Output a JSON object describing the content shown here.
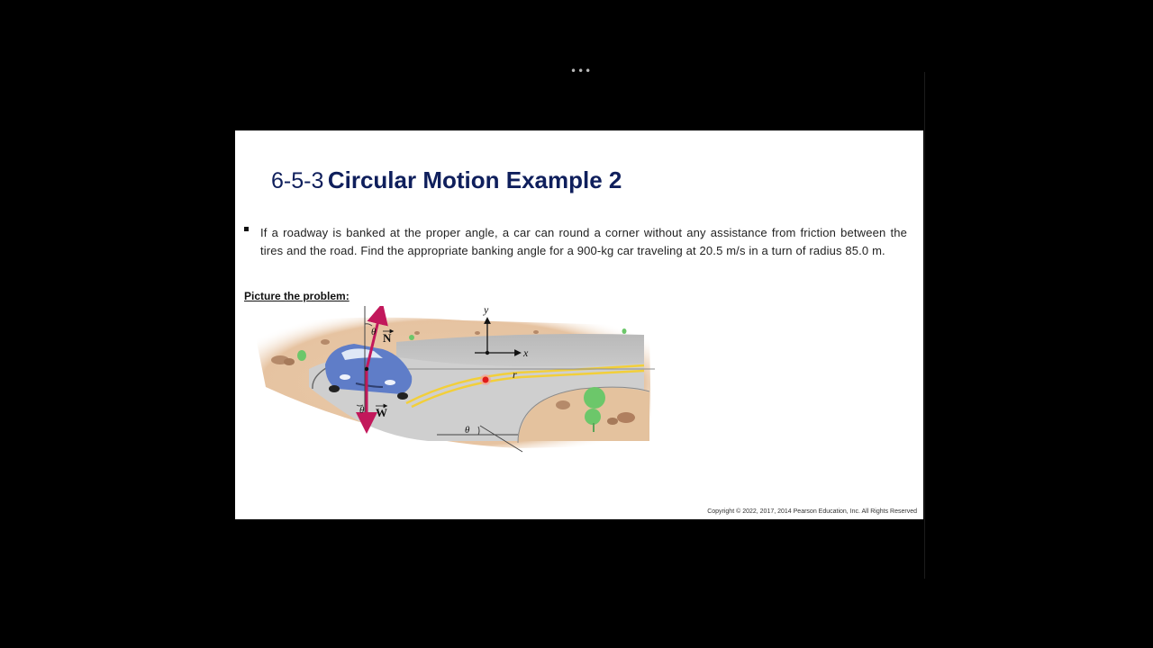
{
  "viewer": {
    "more_icon": "more-horizontal-icon",
    "more_glyph": "•••"
  },
  "slide": {
    "title_number": "6-5-3",
    "title_text": "Circular Motion Example 2",
    "bullet": "If a roadway is banked at the proper angle, a car can round a corner without any assistance from friction between the tires and the road. Find the appropriate banking angle for a 900-kg car traveling at 20.5 m/s in a turn of radius 85.0 m.",
    "picture_label": "Picture the problem:",
    "copyright": "Copyright © 2022, 2017, 2014 Pearson Education, Inc. All Rights Reserved"
  },
  "figure": {
    "axis_y_label": "y",
    "axis_x_label": "x",
    "radius_label": "r",
    "normal_label": "N",
    "weight_label": "W",
    "theta_label": "θ",
    "colors": {
      "road": "#c9c9c9",
      "sand": "#e6c8a8",
      "vector": "#c2185b",
      "lane_line": "#f2cf3a",
      "car": "#5f7dc8",
      "shrub": "#6cc76a",
      "laser_pointer": "#e01b1b"
    }
  }
}
